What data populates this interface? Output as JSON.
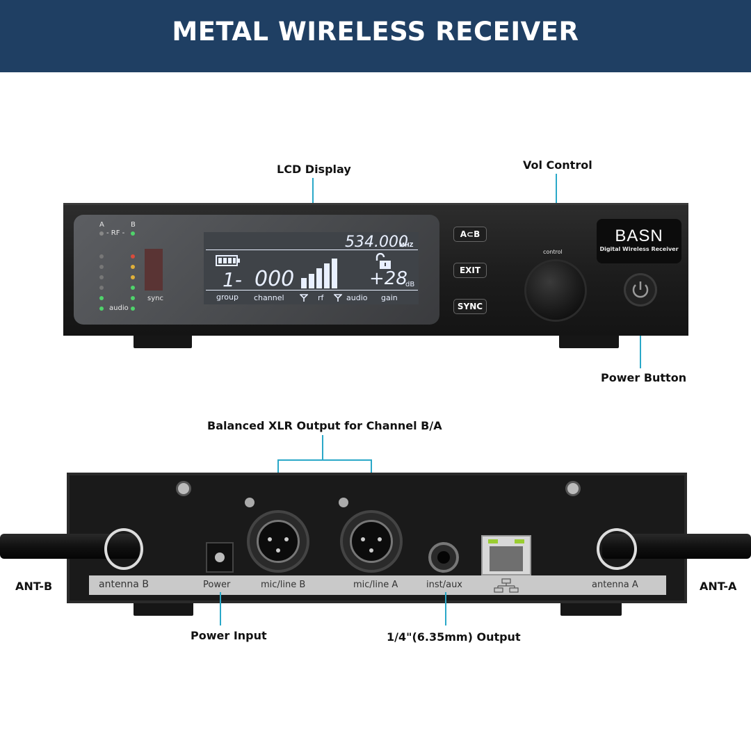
{
  "banner": {
    "title": "METAL WIRELESS RECEIVER",
    "color": "#1f3f63"
  },
  "callouts": {
    "lcd_display": "LCD Display",
    "vol_control": "Vol Control",
    "power_button": "Power Button",
    "xlr_output": "Balanced XLR Output for Channel B/A",
    "power_input": "Power Input",
    "quarter_output": "1/4\"(6.35mm) Output",
    "ant_b": "ANT-B",
    "ant_a": "ANT-A"
  },
  "front_panel": {
    "rf_a": "A",
    "rf_b": "B",
    "rf_label": "RF",
    "audio_label": "audio",
    "sync_led_label": "sync",
    "lcd": {
      "frequency": "534.000",
      "frequency_unit": "MHZ",
      "group_value": "1-",
      "channel_value": "000",
      "gain_value": "+28",
      "gain_unit": "dB",
      "labels": [
        "group",
        "channel",
        "rf",
        "audio",
        "gain"
      ]
    },
    "buttons": {
      "ab": "A⊂B",
      "exit": "EXIT",
      "sync": "SYNC"
    },
    "knob_label": "control",
    "brand": {
      "name": "BASN",
      "subtitle": "Digital Wireless Receiver"
    },
    "icons": {
      "battery": "battery-icon",
      "lock": "unlock-icon",
      "antenna": "antenna-icon",
      "power": "power-icon"
    }
  },
  "rear_panel": {
    "labels": {
      "antenna_b": "antenna B",
      "power": "Power",
      "mic_line_b": "mic/line B",
      "mic_line_a": "mic/line A",
      "inst_aux": "inst/aux",
      "antenna_a": "antenna A"
    },
    "icons": {
      "network": "network-icon",
      "ethernet": "ethernet-port-icon"
    }
  },
  "colors": {
    "leader": "#2aa8c8",
    "led_green": "#4fd36b",
    "led_red": "#d94b3c",
    "led_amber": "#e0b03a"
  }
}
